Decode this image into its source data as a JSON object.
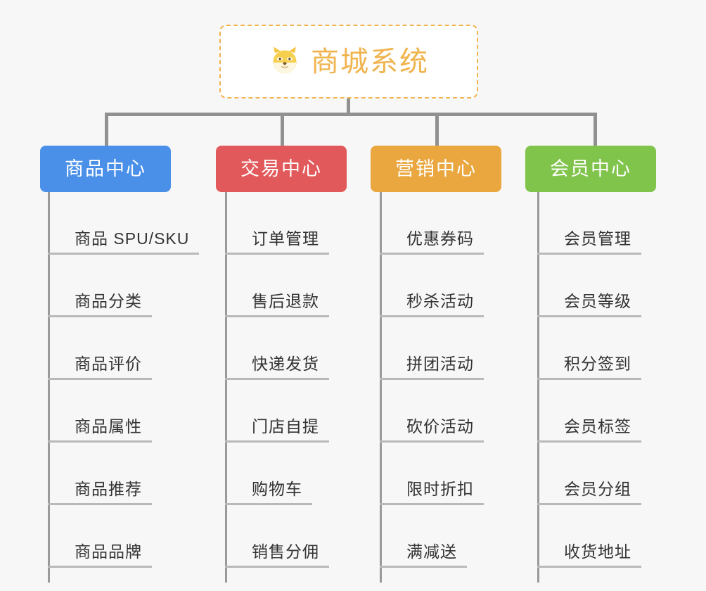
{
  "page": {
    "background_color": "#f7f7f7",
    "diagram_type": "organization-tree"
  },
  "root": {
    "icon": "shiba-dog-face-icon",
    "title": "商城系统",
    "text_color": "#f0b44f",
    "border_color": "#f0b44f",
    "background_color": "#ffffff"
  },
  "connector": {
    "color": "#919191"
  },
  "categories": [
    {
      "label": "商品中心",
      "color": "#4a90e8",
      "items": [
        "商品 SPU/SKU",
        "商品分类",
        "商品评价",
        "商品属性",
        "商品推荐",
        "商品品牌"
      ]
    },
    {
      "label": "交易中心",
      "color": "#e2595b",
      "items": [
        "订单管理",
        "售后退款",
        "快递发货",
        "门店自提",
        "购物车",
        "销售分佣"
      ]
    },
    {
      "label": "营销中心",
      "color": "#eaa73f",
      "items": [
        "优惠券码",
        "秒杀活动",
        "拼团活动",
        "砍价活动",
        "限时折扣",
        "满减送"
      ]
    },
    {
      "label": "会员中心",
      "color": "#81c44c",
      "items": [
        "会员管理",
        "会员等级",
        "积分签到",
        "会员标签",
        "会员分组",
        "收货地址"
      ]
    }
  ]
}
